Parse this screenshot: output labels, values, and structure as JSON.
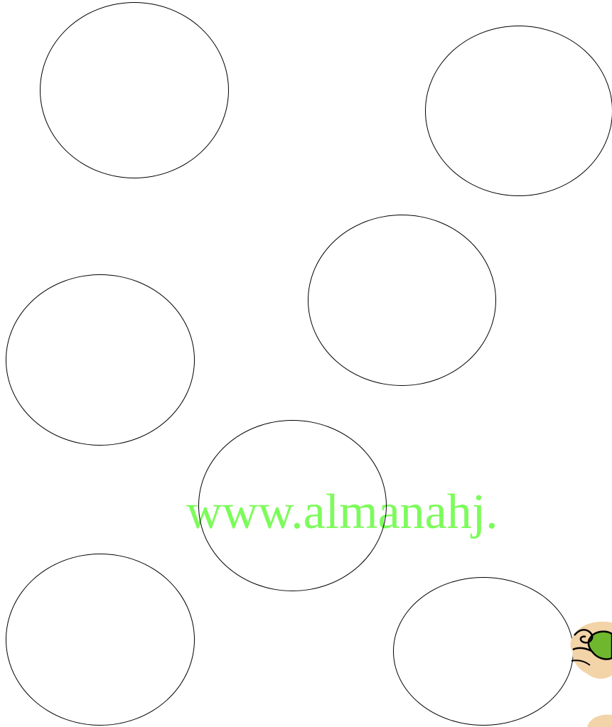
{
  "watermark": {
    "text": "www.almanahj.",
    "color": "#7cfc5a"
  },
  "circles": [
    {
      "name": "blank-circle-1"
    },
    {
      "name": "blank-circle-2"
    },
    {
      "name": "blank-circle-3"
    },
    {
      "name": "blank-circle-4"
    },
    {
      "name": "blank-circle-5"
    },
    {
      "name": "blank-circle-6"
    },
    {
      "name": "blank-circle-7"
    }
  ],
  "decoration": {
    "icon": "cartoon-character-icon",
    "colors": {
      "skin": "#f3d3a8",
      "shirt": "#6fb82e",
      "outline": "#000000"
    }
  }
}
